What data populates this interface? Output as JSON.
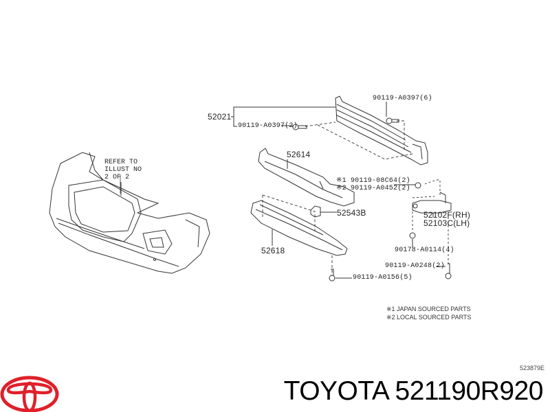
{
  "diagram": {
    "callouts": {
      "reinforcement": "52021",
      "bolt_top_right": "90119-A0397(6)",
      "bolt_top_left": "90119-A0397(2)",
      "absorber": "52614",
      "bolt_japan": "※1 90119-08C64(2)",
      "bolt_local": "※2 90119-A0452(2)",
      "clip": "52543B",
      "bracket_rh": "52102F(RH)",
      "bracket_lh": "52103C(LH)",
      "nut": "90178-A0114(4)",
      "cover": "52618",
      "bolt_bracket": "90119-A0248(2)",
      "bolt_cover": "90119-A0156(5)"
    },
    "refer_note": "REFER TO\nILLUST NO\n2 OF 2",
    "legend": [
      "※1 JAPAN SOURCED PARTS",
      "※2 LOCAL SOURCED PARTS"
    ],
    "illustration_code": "523879E"
  },
  "footer": {
    "brand": "TOYOTA",
    "part_number": "521190R920",
    "title": "TOYOTA 521190R920",
    "logo_color": "#e0202a"
  }
}
